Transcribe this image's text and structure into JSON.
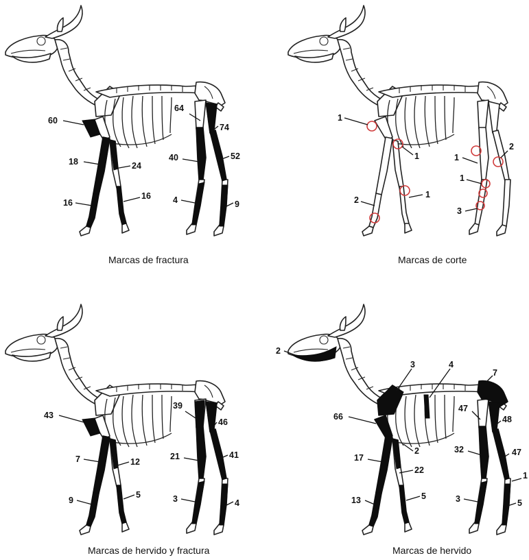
{
  "panels": [
    {
      "id": "fractura",
      "caption": "Marcas de fractura",
      "labels": [
        "60",
        "18",
        "24",
        "16",
        "16",
        "64",
        "74",
        "40",
        "52",
        "4",
        "9"
      ]
    },
    {
      "id": "corte",
      "caption": "Marcas de corte",
      "labels": [
        "1",
        "1",
        "2",
        "1",
        "1",
        "2",
        "1",
        "3"
      ]
    },
    {
      "id": "hervido-fractura",
      "caption": "Marcas de hervido y fractura",
      "labels": [
        "43",
        "7",
        "12",
        "9",
        "5",
        "39",
        "46",
        "21",
        "41",
        "3",
        "4"
      ]
    },
    {
      "id": "hervido",
      "caption": "Marcas de hervido",
      "labels": [
        "2",
        "3",
        "4",
        "7",
        "66",
        "2",
        "17",
        "22",
        "13",
        "5",
        "47",
        "48",
        "32",
        "47",
        "1",
        "3",
        "5"
      ]
    }
  ],
  "colors": {
    "mark": "#0d0d0d",
    "cut_circle": "#d03a3a",
    "outline": "#222222"
  }
}
